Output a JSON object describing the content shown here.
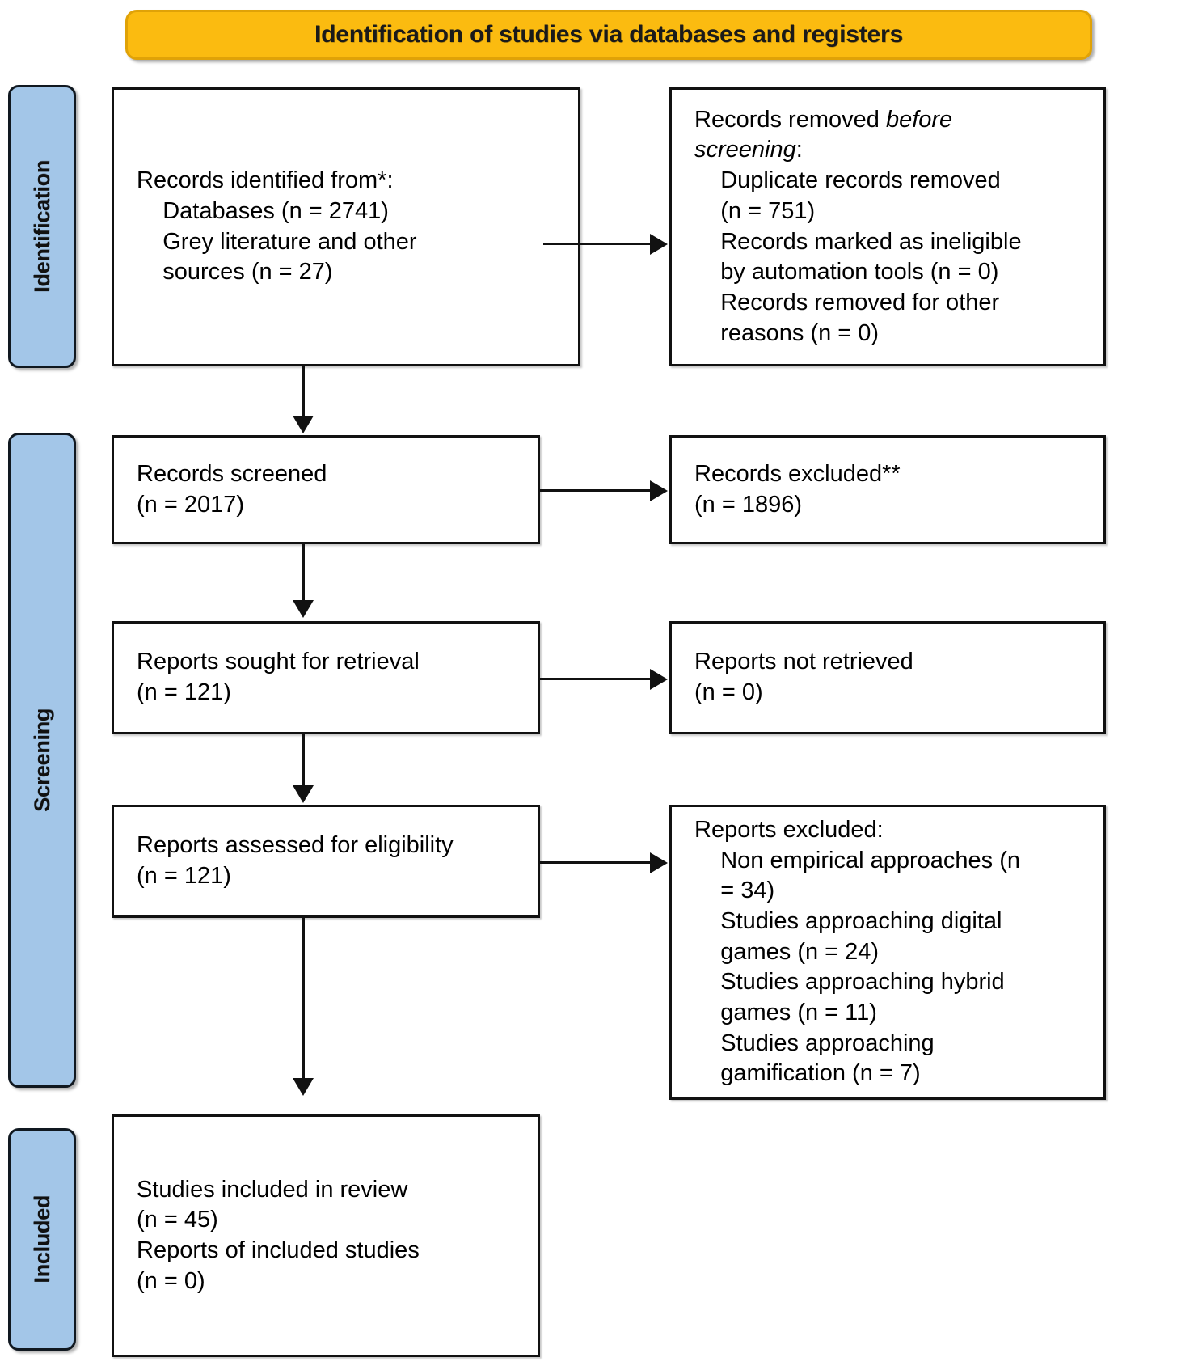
{
  "banner": {
    "title": "Identification of studies via databases and registers"
  },
  "stages": [
    {
      "id": "identification",
      "label": "Identification"
    },
    {
      "id": "screening",
      "label": "Screening"
    },
    {
      "id": "included",
      "label": "Included"
    }
  ],
  "boxes": {
    "identified": {
      "name": "records-identified",
      "text": "Records identified from*:\n    Databases (n = 2741)\n    Grey literature and other\n    sources (n = 27)"
    },
    "removed": {
      "name": "records-removed-before-screening",
      "line1_plain": "Records removed ",
      "line1_italic": "before",
      "line2_italic": "screening",
      "line2_plain": ":",
      "rest": "\n    Duplicate records removed\n    (n = 751)\n    Records marked as ineligible\n    by automation tools (n = 0)\n    Records removed for other\n    reasons (n = 0)"
    },
    "screened": {
      "name": "records-screened",
      "text": "Records screened\n(n = 2017)"
    },
    "excluded": {
      "name": "records-excluded",
      "text": "Records excluded**\n(n = 1896)"
    },
    "sought": {
      "name": "reports-sought-for-retrieval",
      "text": "Reports sought for retrieval\n(n = 121)"
    },
    "not_retrieved": {
      "name": "reports-not-retrieved",
      "text": "Reports not retrieved\n(n = 0)"
    },
    "assessed": {
      "name": "reports-assessed-for-eligibility",
      "text": "Reports assessed for eligibility\n(n = 121)"
    },
    "reports_excluded": {
      "name": "reports-excluded",
      "text": "Reports excluded:\n    Non empirical approaches (n\n    = 34)\n    Studies approaching digital\n    games (n = 24)\n    Studies approaching hybrid\n    games (n = 11)\n    Studies approaching\n    gamification (n = 7)"
    },
    "included": {
      "name": "studies-included-in-review",
      "text": "Studies included in review\n(n = 45)\nReports of included studies\n(n = 0)"
    }
  },
  "chart_data": {
    "type": "diagram",
    "title": "PRISMA 2020 flow diagram",
    "nodes": [
      {
        "id": "identified",
        "stage": "Identification",
        "counts": {
          "databases": 2741,
          "grey_literature_and_other_sources": 27
        }
      },
      {
        "id": "removed_before_screening",
        "stage": "Identification",
        "counts": {
          "duplicate_records_removed": 751,
          "marked_ineligible_by_automation_tools": 0,
          "removed_for_other_reasons": 0
        }
      },
      {
        "id": "records_screened",
        "stage": "Screening",
        "counts": {
          "n": 2017
        }
      },
      {
        "id": "records_excluded",
        "stage": "Screening",
        "counts": {
          "n": 1896
        }
      },
      {
        "id": "reports_sought_for_retrieval",
        "stage": "Screening",
        "counts": {
          "n": 121
        }
      },
      {
        "id": "reports_not_retrieved",
        "stage": "Screening",
        "counts": {
          "n": 0
        }
      },
      {
        "id": "reports_assessed_for_eligibility",
        "stage": "Screening",
        "counts": {
          "n": 121
        }
      },
      {
        "id": "reports_excluded",
        "stage": "Screening",
        "counts": {
          "non_empirical_approaches": 34,
          "studies_approaching_digital_games": 24,
          "studies_approaching_hybrid_games": 11,
          "studies_approaching_gamification": 7
        }
      },
      {
        "id": "studies_included_in_review",
        "stage": "Included",
        "counts": {
          "studies": 45,
          "reports_of_included_studies": 0
        }
      }
    ],
    "colors": {
      "banner": "#FBBB10",
      "stage": "#A3C6E8",
      "box_border": "#111111"
    }
  }
}
